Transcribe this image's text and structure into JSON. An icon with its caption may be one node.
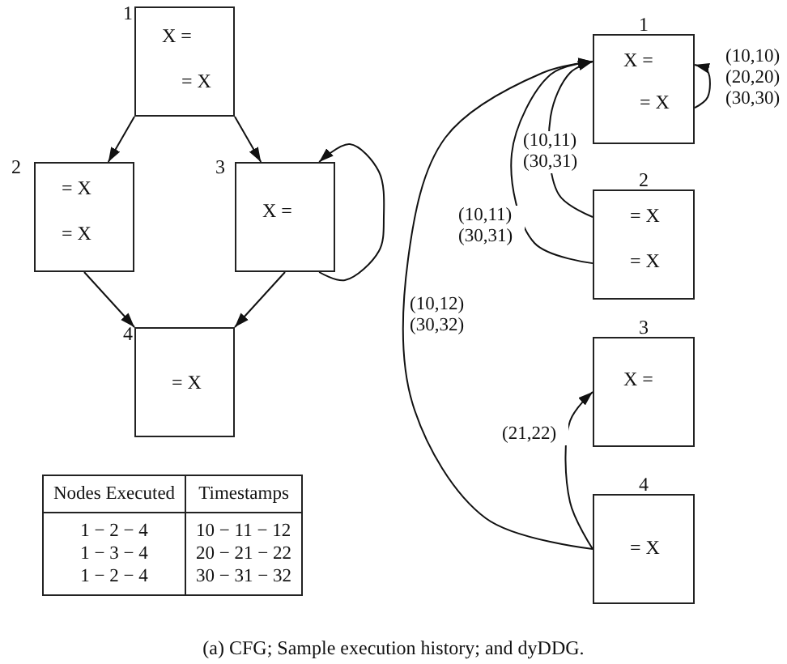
{
  "diagram": {
    "caption": "(a) CFG; Sample execution history; and dyDDG.",
    "nodes": [
      {
        "text": [
          "X =",
          "= X"
        ],
        "beside": [
          "1"
        ]
      },
      {
        "text": [
          "= X",
          "= X"
        ],
        "beside": [
          "2"
        ]
      },
      {
        "text": [
          "X ="
        ],
        "beside": [
          "3"
        ]
      },
      {
        "text": [
          "= X"
        ],
        "beside": [
          "4"
        ]
      },
      {
        "text": [
          "X =",
          "= X"
        ],
        "beside": [
          "1"
        ]
      },
      {
        "text": [
          "= X",
          "= X"
        ],
        "beside": [
          "2"
        ]
      },
      {
        "text": [
          "X ="
        ],
        "beside": [
          "3"
        ]
      },
      {
        "text": [
          "= X"
        ],
        "beside": [
          "4"
        ]
      }
    ],
    "edges": [
      {
        "from": 0,
        "to": 1,
        "arrow": "to"
      },
      {
        "from": 0,
        "to": 2,
        "arrow": "to"
      },
      {
        "from": 2,
        "to": 2,
        "arrow": "to"
      },
      {
        "from": 1,
        "to": 3,
        "arrow": "to"
      },
      {
        "from": 2,
        "to": 3,
        "arrow": "to"
      },
      {
        "from": 4,
        "to": 4,
        "arrow": "to",
        "label": "(10,10) (20,20) (30,30)"
      },
      {
        "from": 5,
        "to": 4,
        "arrow": "to",
        "label": "(10,11) (30,31)"
      },
      {
        "from": 5,
        "to": 4,
        "arrow": "to",
        "label": "(10,11) (30,31)"
      },
      {
        "from": 7,
        "to": 4,
        "arrow": "to",
        "label": "(10,12) (30,32)"
      },
      {
        "from": 7,
        "to": 6,
        "arrow": "to",
        "label": "(21,22)"
      }
    ],
    "labels": [
      "Nodes Executed",
      "Timestamps",
      "1 − 2 − 4",
      "10 − 11 − 12",
      "1 − 3 − 4",
      "20 − 21 − 22",
      "1 − 2 − 4",
      "30 − 31 − 32"
    ]
  }
}
